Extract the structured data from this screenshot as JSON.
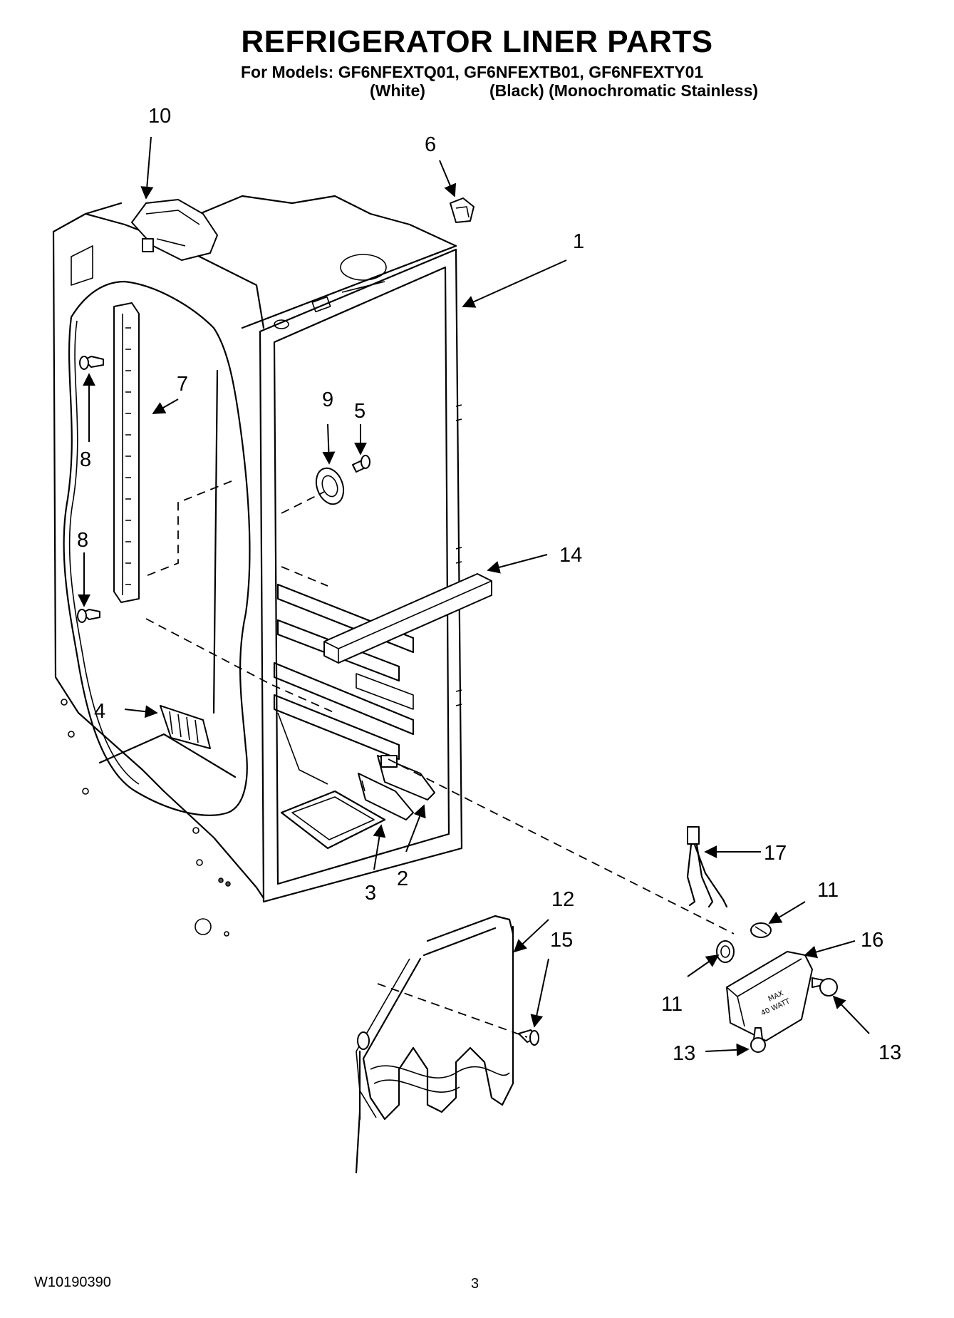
{
  "header": {
    "title": "REFRIGERATOR LINER PARTS",
    "models_line": "For Models: GF6NFEXTQ01, GF6NFEXTB01, GF6NFEXTY01",
    "variant_white": "(White)",
    "variant_black_stainless": "(Black) (Monochromatic Stainless)"
  },
  "callouts": {
    "c1": "1",
    "c2": "2",
    "c3": "3",
    "c4": "4",
    "c5": "5",
    "c6": "6",
    "c7": "7",
    "c8a": "8",
    "c8b": "8",
    "c9": "9",
    "c10": "10",
    "c11a": "11",
    "c11b": "11",
    "c12": "12",
    "c13a": "13",
    "c13b": "13",
    "c14": "14",
    "c15": "15",
    "c16": "16",
    "c17": "17"
  },
  "part_labels": {
    "bulb_housing_max": "MAX",
    "bulb_housing_watt": "40 WATT"
  },
  "footer": {
    "doc_number": "W10190390",
    "page_number": "3"
  }
}
